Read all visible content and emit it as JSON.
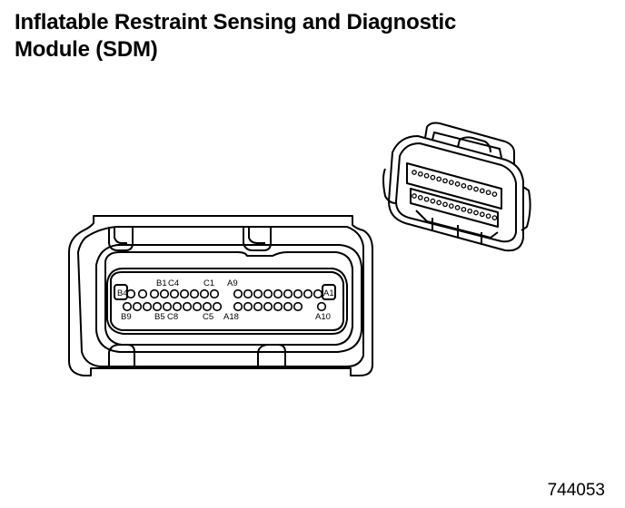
{
  "header": {
    "title_line1": "Inflatable Restraint Sensing and Diagnostic",
    "title_line2": "Module (SDM)"
  },
  "connector": {
    "row_top_labels": [
      "B4",
      "B1",
      "C4",
      "C1",
      "A9",
      "A1"
    ],
    "row_bottom_labels": [
      "B9",
      "B5",
      "C8",
      "C5",
      "A18",
      "A10"
    ],
    "top_row_pin_count": 18,
    "bottom_row_pin_count": 18
  },
  "footer": {
    "figure_number": "744053"
  }
}
